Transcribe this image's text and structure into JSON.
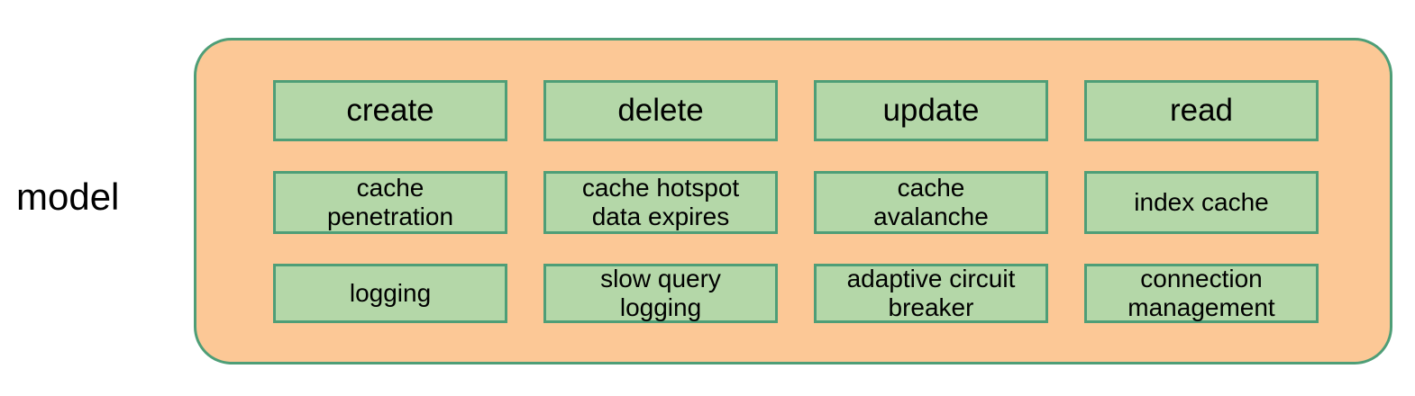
{
  "diagram": {
    "type": "grouped-box-diagram",
    "group_label": "model",
    "colors": {
      "container_fill": "#fcc896",
      "box_fill": "#b4d7a8",
      "border": "#4e9e77",
      "text": "#000000",
      "page_background": "#ffffff"
    },
    "columns": 4,
    "rows": 3,
    "grid": [
      [
        {
          "label": "create"
        },
        {
          "label": "delete"
        },
        {
          "label": "update"
        },
        {
          "label": "read"
        }
      ],
      [
        {
          "label": "cache\npenetration"
        },
        {
          "label": "cache hotspot\ndata expires"
        },
        {
          "label": "cache\navalanche"
        },
        {
          "label": "index cache"
        }
      ],
      [
        {
          "label": "logging"
        },
        {
          "label": "slow query\nlogging"
        },
        {
          "label": "adaptive circuit\nbreaker"
        },
        {
          "label": "connection\nmanagement"
        }
      ]
    ]
  }
}
